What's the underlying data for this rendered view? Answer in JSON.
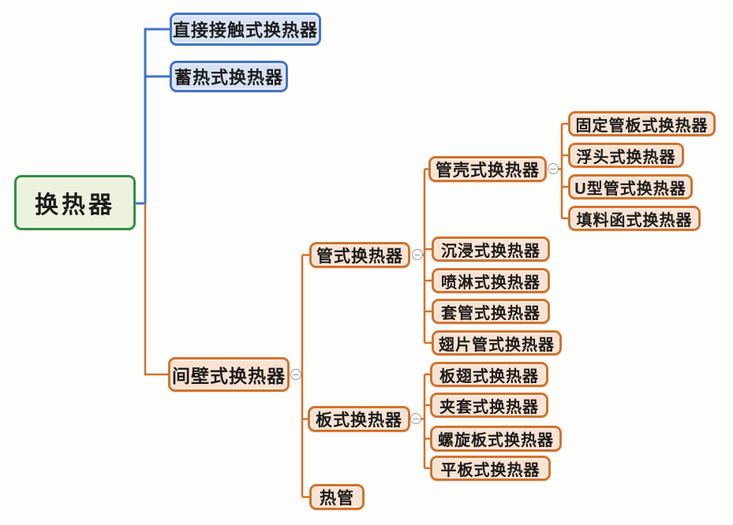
{
  "colors": {
    "root_border": "#2f9240",
    "root_fill": "#edf2df",
    "branch_blue": "#4273c8",
    "blue_fill": "#d8e2f4",
    "branch_orange": "#d4722c",
    "orange_fill": "#f8e2d2",
    "text": "#1c1c1c"
  },
  "icons": {
    "collapse_glyph": "−"
  },
  "tree": {
    "root": {
      "label": "换热器",
      "children": [
        {
          "label": "直接接触式换热器"
        },
        {
          "label": "蓄热式换热器"
        },
        {
          "label": "间壁式换热器",
          "children": [
            {
              "label": "管式换热器",
              "children": [
                {
                  "label": "管壳式换热器",
                  "children": [
                    {
                      "label": "固定管板式换热器"
                    },
                    {
                      "label": "浮头式换热器"
                    },
                    {
                      "label": "U型管式换热器"
                    },
                    {
                      "label": "填料函式换热器"
                    }
                  ]
                },
                {
                  "label": "沉浸式换热器"
                },
                {
                  "label": "喷淋式换热器"
                },
                {
                  "label": "套管式换热器"
                },
                {
                  "label": "翅片管式换热器"
                }
              ]
            },
            {
              "label": "板式换热器",
              "children": [
                {
                  "label": "板翅式换热器"
                },
                {
                  "label": "夹套式换热器"
                },
                {
                  "label": "螺旋板式换热器"
                },
                {
                  "label": "平板式换热器"
                }
              ]
            },
            {
              "label": "热管"
            }
          ]
        }
      ]
    }
  }
}
